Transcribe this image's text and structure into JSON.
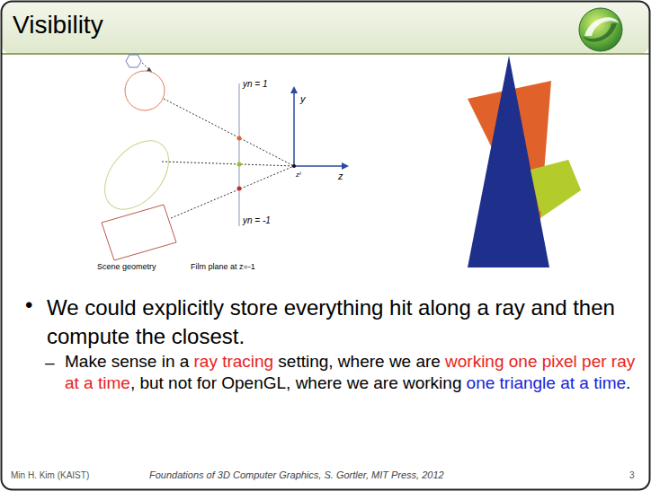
{
  "diagram": {
    "title": "Visibility",
    "labels": [
      "•",
      "We could explicitly store everything hit along a ray and then compute the closest.",
      "–",
      "Make sense in a",
      "ray tracing",
      "setting, where we are",
      "working one pixel per ray at a time",
      ", but not for OpenGL, where we are working",
      "one triangle at a time",
      ".",
      "yn = 1",
      "yn = -1",
      "y",
      "z",
      "zᵗ",
      "Scene geometry",
      "Film plane at z=-1",
      "Min H. Kim (KAIST)",
      "Foundations of 3D Computer Graphics, S. Gortler, MIT Press, 2012",
      "3"
    ]
  }
}
